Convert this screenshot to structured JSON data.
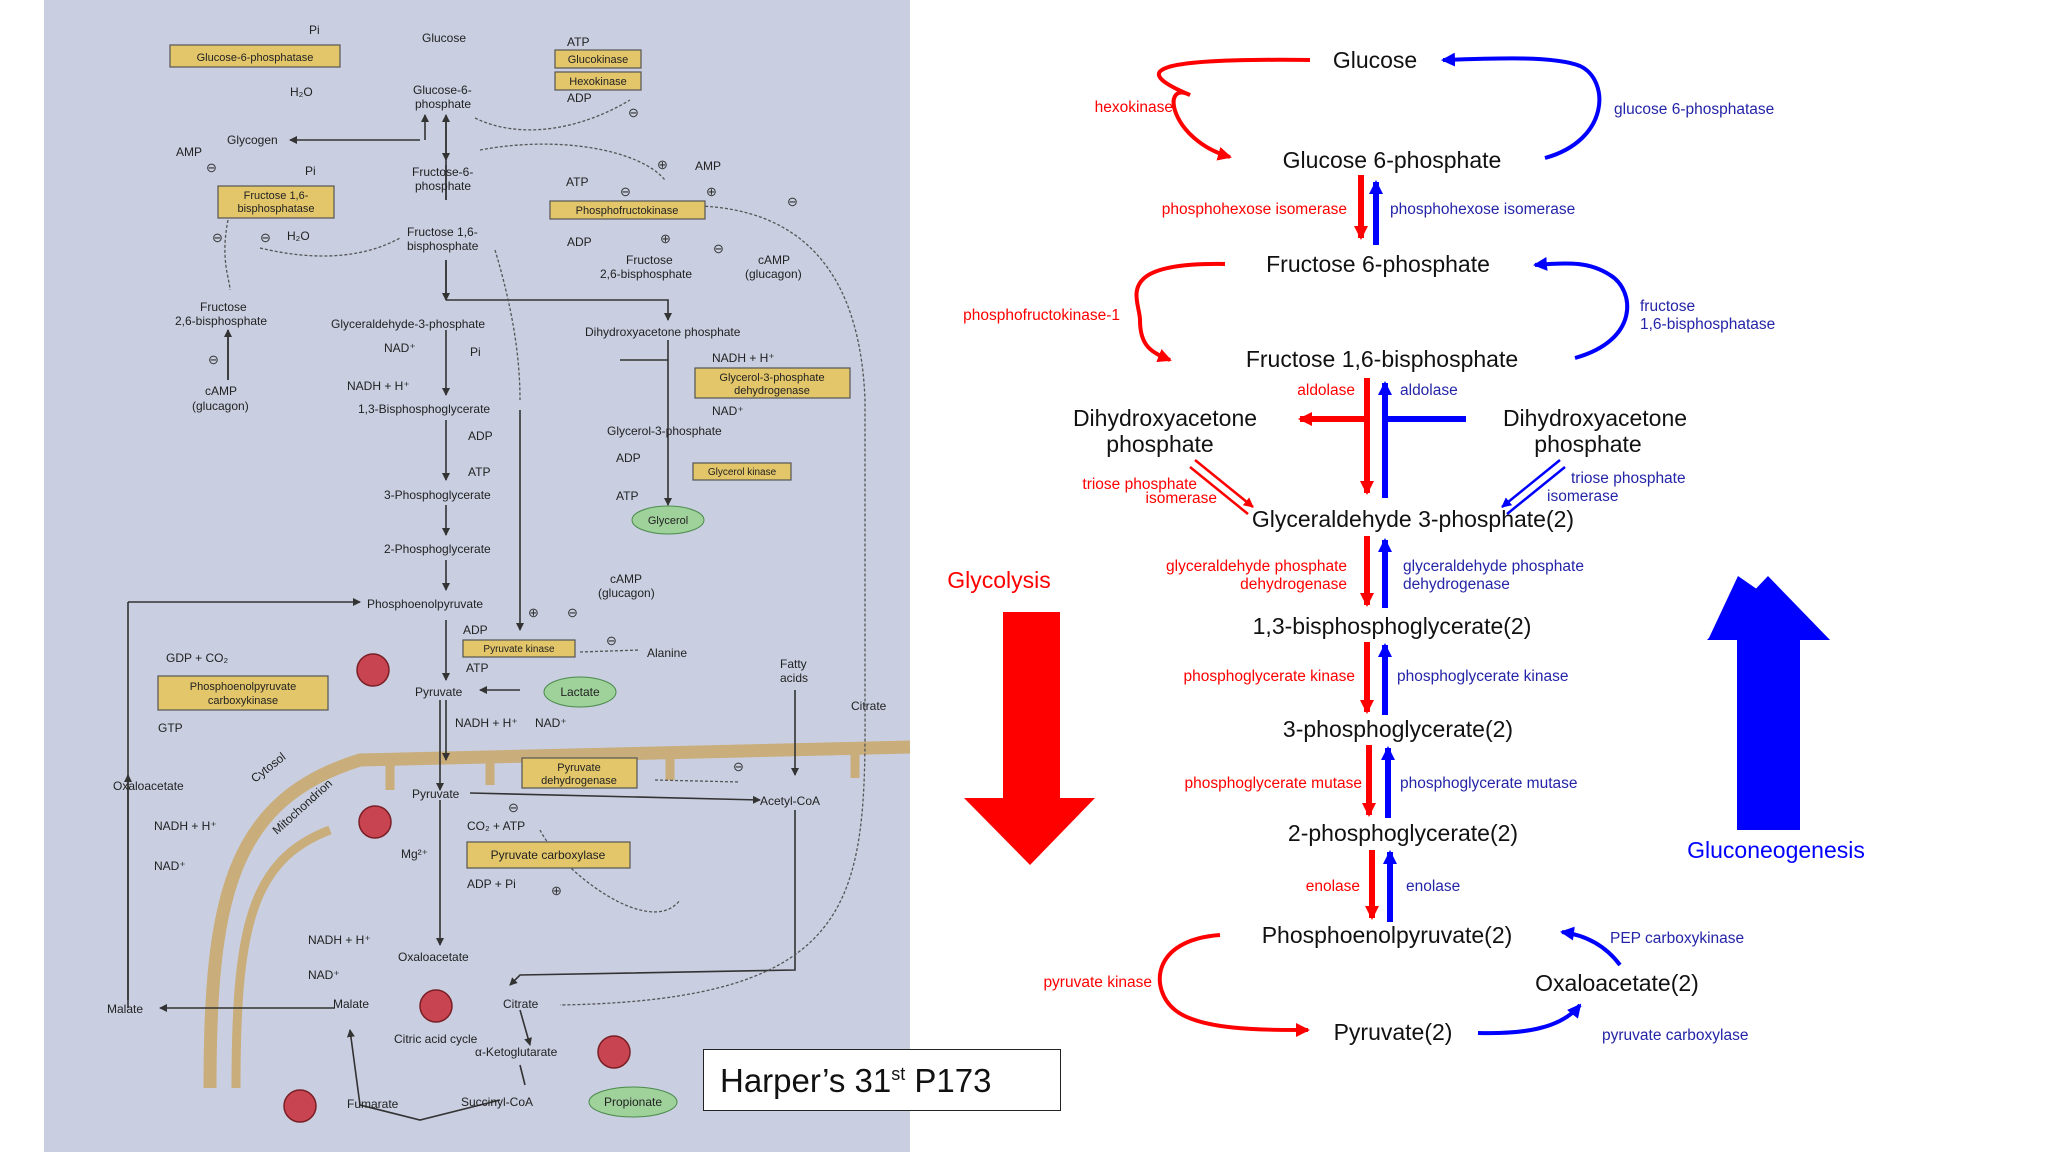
{
  "caption": {
    "main": "Harper’s 31",
    "sup": "st",
    "rest": " P173"
  },
  "colors": {
    "glycolysis": "#ff0000",
    "gluconeogenesis": "#0000ff",
    "enzyme_box": "#e3c66a",
    "green_pool": "#9fd19b",
    "membrane": "#c9ad7a",
    "photo_bg": "#c9cfe1"
  },
  "right": {
    "metabolites": {
      "glucose": "Glucose",
      "g6p": "Glucose 6-phosphate",
      "f6p": "Fructose 6-phosphate",
      "f16bp": "Fructose 1,6-bisphosphate",
      "dhap_left_1": "Dihydroxyacetone",
      "dhap_left_2": "phosphate",
      "dhap_right_1": "Dihydroxyacetone",
      "dhap_right_2": "phosphate",
      "g3p": "Glyceraldehyde 3-phosphate(2)",
      "bpg13": "1,3-bisphosphoglycerate(2)",
      "pg3": "3-phosphoglycerate(2)",
      "pg2": "2-phosphoglycerate(2)",
      "pep": "Phosphoenolpyruvate(2)",
      "oaa": "Oxaloacetate(2)",
      "pyruvate": "Pyruvate(2)"
    },
    "enzymes_glycolysis": {
      "hexokinase": "hexokinase",
      "phi": "phosphohexose isomerase",
      "pfk": "phosphofructokinase-1",
      "aldolase": "aldolase",
      "tpi_1": "triose phosphate",
      "tpi_2": "isomerase",
      "gapdh_1": "glyceraldehyde phosphate",
      "gapdh_2": "dehydrogenase",
      "pgk": "phosphoglycerate kinase",
      "pgm": "phosphoglycerate mutase",
      "enolase": "enolase",
      "pk": "pyruvate kinase"
    },
    "enzymes_gluconeogenesis": {
      "g6pase": "glucose 6-phosphatase",
      "phi": "phosphohexose isomerase",
      "fbpase_1": "fructose",
      "fbpase_2": "1,6-bisphosphatase",
      "aldolase": "aldolase",
      "tpi_1": "triose phosphate",
      "tpi_2": "isomerase",
      "gapdh_1": "glyceraldehyde phosphate",
      "gapdh_2": "dehydrogenase",
      "pgk": "phosphoglycerate kinase",
      "pgm": "phosphoglycerate mutase",
      "enolase": "enolase",
      "pepck": "PEP carboxykinase",
      "pc": "pyruvate carboxylase"
    },
    "pathway_labels": {
      "glycolysis": "Glycolysis",
      "gluconeogenesis": "Gluconeogenesis"
    }
  },
  "left": {
    "texts": {
      "pi_top": "Pi",
      "glucose": "Glucose",
      "atp_top": "ATP",
      "h2o_top": "H₂O",
      "adp_top": "ADP",
      "g6p_1": "Glucose-6-",
      "g6p_2": "phosphate",
      "glycogen": "Glycogen",
      "amp_left": "AMP",
      "pi_mid": "Pi",
      "f6p_1": "Fructose-6-",
      "f6p_2": "phosphate",
      "atp_mid": "ATP",
      "amp_mid": "AMP",
      "h2o_mid": "H₂O",
      "f16bp_1": "Fructose 1,6-",
      "f16bp_2": "bisphosphate",
      "adp_mid": "ADP",
      "f26bp_r_1": "Fructose",
      "f26bp_r_2": "2,6-bisphosphate",
      "camp_r": "cAMP",
      "glucagon_r": "(glucagon)",
      "f26bp_l_1": "Fructose",
      "f26bp_l_2": "2,6-bisphosphate",
      "camp_l": "cAMP",
      "glucagon_l": "(glucagon)",
      "g3p": "Glyceraldehyde-3-phosphate",
      "dhap": "Dihydroxyacetone phosphate",
      "nad_1": "NAD⁺",
      "pi_g": "Pi",
      "nadh_1": "NADH + H⁺",
      "bpg": "1,3-Bisphosphoglycerate",
      "nadh_r": "NADH + H⁺",
      "nad_r": "NAD⁺",
      "glycerol3p": "Glycerol-3-phosphate",
      "adp_g": "ADP",
      "atp_g": "ATP",
      "adp_gk": "ADP",
      "atp_gk": "ATP",
      "pg3": "3-Phosphoglycerate",
      "pg2": "2-Phosphoglycerate",
      "camp_pk": "cAMP",
      "glucagon_pk": "(glucagon)",
      "pep": "Phosphoenolpyruvate",
      "gdp": "GDP + CO₂",
      "gtp": "GTP",
      "adp_pk": "ADP",
      "atp_pk": "ATP",
      "alanine": "Alanine",
      "pyruvate_c": "Pyruvate",
      "nadh_c": "NADH + H⁺",
      "nad_c": "NAD⁺",
      "fatty_1": "Fatty",
      "fatty_2": "acids",
      "citrate_r": "Citrate",
      "cytosol": "Cytosol",
      "mitochondrion": "Mitochondrion",
      "oaa_c": "Oxaloacetate",
      "nadh_oaa": "NADH + H⁺",
      "nad_oaa": "NAD⁺",
      "pyruvate_m": "Pyruvate",
      "acetylcoa": "Acetyl-CoA",
      "mg": "Mg²⁺",
      "co2atp": "CO₂ + ATP",
      "adppi": "ADP + Pi",
      "nadh_m": "NADH + H⁺",
      "nad_m": "NAD⁺",
      "oaa_m": "Oxaloacetate",
      "malate_c": "Malate",
      "malate_m": "Malate",
      "citrate_m": "Citrate",
      "cac": "Citric acid cycle",
      "akg": "α-Ketoglutarate",
      "fumarate": "Fumarate",
      "succinylcoa": "Succinyl-CoA"
    },
    "enzyme_boxes": {
      "g6pase": "Glucose-6-phosphatase",
      "glucokinase": "Glucokinase",
      "hexokinase": "Hexokinase",
      "fbpase_1": "Fructose 1,6-",
      "fbpase_2": "bisphosphatase",
      "pfk": "Phosphofructokinase",
      "g3pdh_1": "Glycerol-3-phosphate",
      "g3pdh_2": "dehydrogenase",
      "glycerol_kinase": "Glycerol kinase",
      "pk": "Pyruvate kinase",
      "pepck_1": "Phosphoenolpyruvate",
      "pepck_2": "carboxykinase",
      "pdh_1": "Pyruvate",
      "pdh_2": "dehydrogenase",
      "pc": "Pyruvate carboxylase"
    },
    "pools": {
      "glycerol": "Glycerol",
      "lactate": "Lactate",
      "propionate": "Propionate"
    },
    "signs": {
      "minus": "⊖",
      "plus": "⊕"
    }
  }
}
